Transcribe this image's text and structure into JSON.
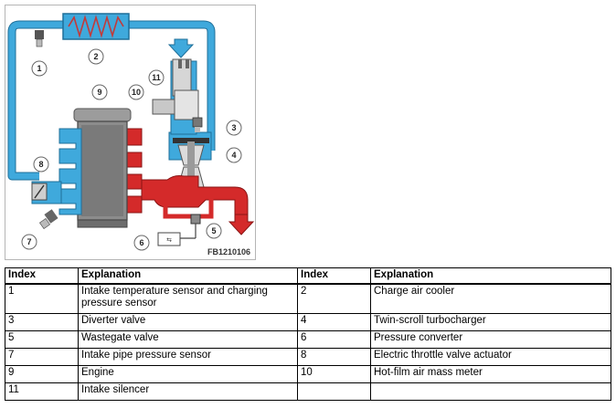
{
  "figure": {
    "code": "FB1210106",
    "callouts": [
      "1",
      "2",
      "3",
      "4",
      "5",
      "6",
      "7",
      "8",
      "9",
      "10",
      "11"
    ],
    "colors": {
      "intake_blue": "#3fa9dc",
      "exhaust_red": "#d42a2a",
      "engine_grey": "#8c8c8c",
      "frame_grey": "#b5b5b5"
    }
  },
  "legend": {
    "headers": [
      "Index",
      "Explanation",
      "Index",
      "Explanation"
    ],
    "rows": [
      [
        "1",
        "Intake temperature sensor and charging pressure sensor",
        "2",
        "Charge air cooler"
      ],
      [
        "3",
        "Diverter valve",
        "4",
        "Twin-scroll turbocharger"
      ],
      [
        "5",
        "Wastegate valve",
        "6",
        "Pressure converter"
      ],
      [
        "7",
        "Intake pipe pressure sensor",
        "8",
        "Electric throttle valve actuator"
      ],
      [
        "9",
        "Engine",
        "10",
        "Hot-film air mass meter"
      ],
      [
        "11",
        "Intake silencer",
        "",
        ""
      ]
    ]
  }
}
